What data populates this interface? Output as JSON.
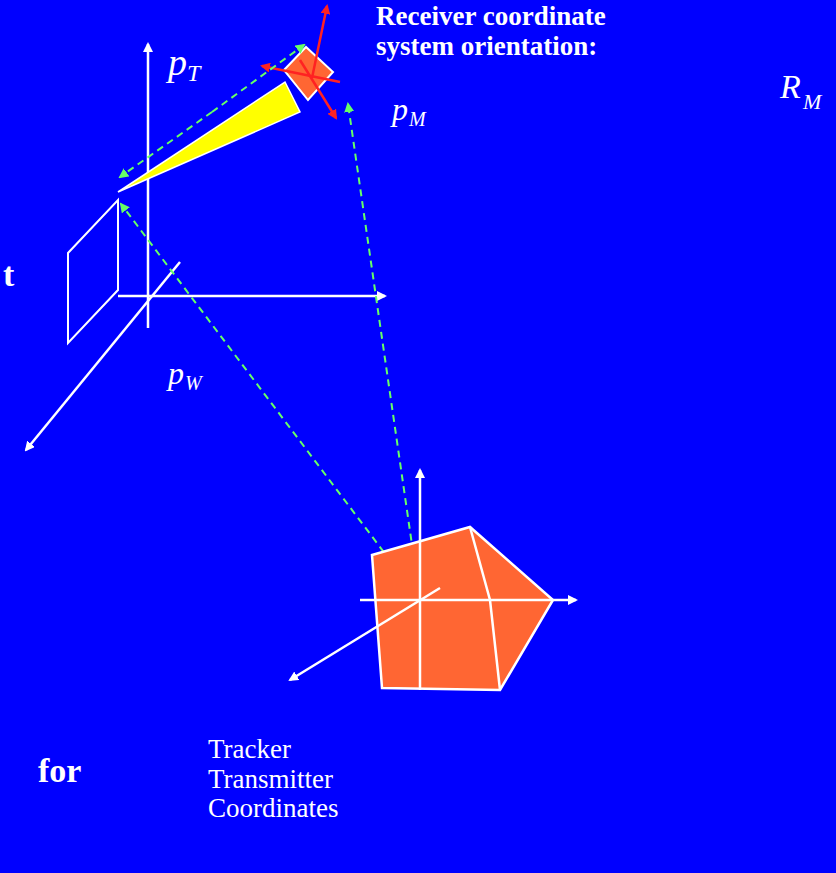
{
  "diagram": {
    "labels": [
      "Receiver coordinate system orientation:",
      "R",
      "M",
      "p",
      "T",
      "p",
      "M",
      "p",
      "W",
      "t",
      "for",
      "Tracker Transmitter Coordinates"
    ]
  }
}
